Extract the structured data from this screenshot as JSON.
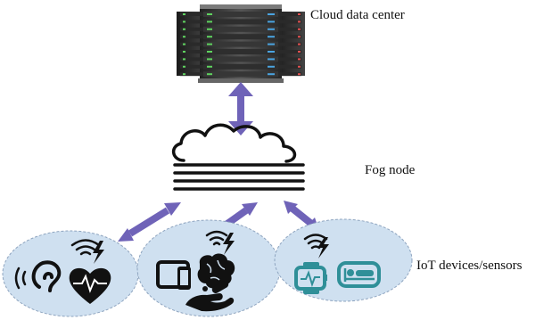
{
  "labels": {
    "cloud_data_center": "Cloud data center",
    "fog_node": "Fog node",
    "iot_devices": "IoT devices/sensors"
  },
  "colors": {
    "arrow": "#6f63b8",
    "bubble_fill": "#cfe0f0",
    "bubble_stroke": "#8ea4bf",
    "icon_dark": "#111111",
    "icon_teal": "#2f8f98",
    "server_dark": "#3a3a3a"
  },
  "device_groups": [
    {
      "icons": [
        "wifi-icon",
        "lightning-icon",
        "hearing-aid-icon",
        "heart-rate-icon"
      ]
    },
    {
      "icons": [
        "wifi-icon",
        "lightning-icon",
        "tablet-phone-icon",
        "brain-icon",
        "pill-hand-icon"
      ]
    },
    {
      "icons": [
        "wifi-icon",
        "lightning-icon",
        "smartwatch-icon",
        "hospital-bed-icon"
      ]
    }
  ]
}
